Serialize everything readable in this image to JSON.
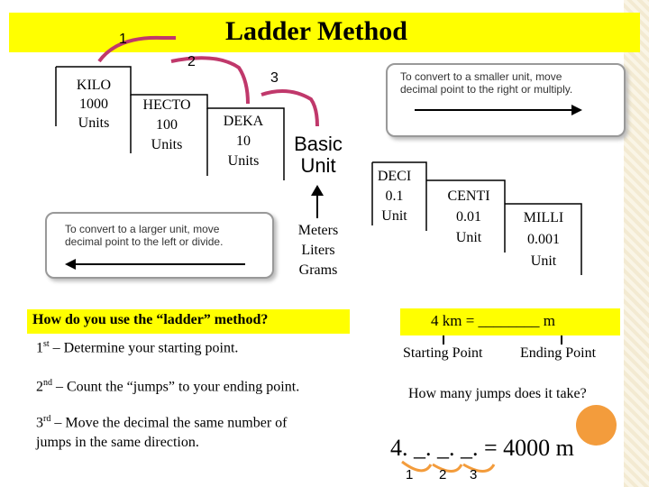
{
  "title": "Ladder Method",
  "steps": {
    "one": "1",
    "two": "2",
    "three": "3"
  },
  "units": {
    "kilo": [
      "KILO",
      "1000",
      "Units"
    ],
    "hecto": [
      "HECTO",
      "100",
      "Units"
    ],
    "deka": [
      "DEKA",
      "10",
      "Units"
    ],
    "basic": [
      "Basic",
      "Unit"
    ],
    "basic_list": [
      "Meters",
      "Liters",
      "Grams"
    ],
    "deci": [
      "DECI",
      "0.1",
      "Unit"
    ],
    "centi": [
      "CENTI",
      "0.01",
      "Unit"
    ],
    "milli": [
      "MILLI",
      "0.001",
      "Unit"
    ]
  },
  "box_smaller": [
    "To convert to a smaller unit, move",
    "decimal  point to the right or multiply."
  ],
  "box_larger": [
    "To convert to a larger unit, move",
    "decimal  point to the left or divide."
  ],
  "question": "How do you use the “ladder” method?",
  "instructions": [
    {
      "num": "1",
      "suffix": "st",
      "text": " – Determine your starting point."
    },
    {
      "num": "2",
      "suffix": "nd",
      "text": " – Count the “jumps” to your ending point."
    },
    {
      "num": "3",
      "suffix": "rd",
      "text": " – Move the decimal the same number of"
    },
    {
      "text": "jumps in the same direction."
    }
  ],
  "example": {
    "equation": "4 km = ________ m",
    "starting_point": "Starting Point",
    "ending_point": "Ending Point",
    "question": "How many jumps does it take?",
    "answer": "4. _. _. _. = 4000 m",
    "jump_labels": [
      "1",
      "2",
      "3"
    ]
  },
  "colors": {
    "highlight": "#ffff00",
    "arrow": "#c0386b",
    "orange": "#f39c3c"
  }
}
